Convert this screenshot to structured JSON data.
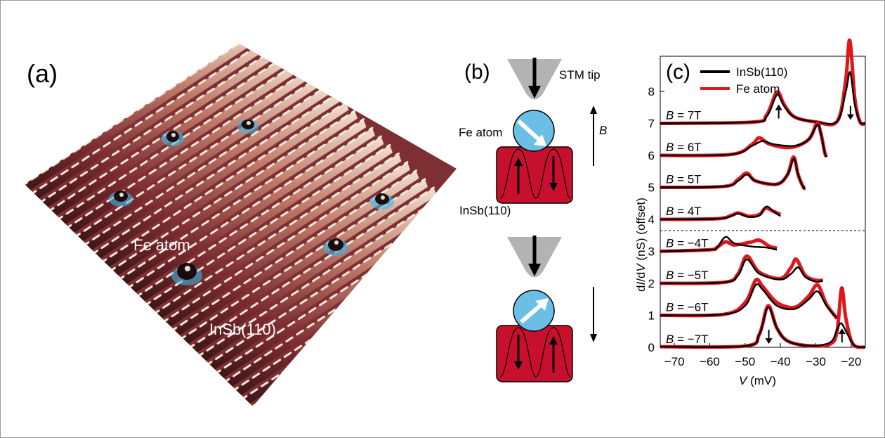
{
  "colors": {
    "surface_dark": "#3a1a1a",
    "surface_mid": "#8e3b3b",
    "surface_light": "#e9d3c0",
    "highlight": "#3ab8e8",
    "red_block": "#c8102e",
    "sphere": "#6bbfe6",
    "tip": "#b3b3b3",
    "curve_black": "#000000",
    "curve_red": "#e0161e"
  },
  "panel_a": {
    "label": "(a)",
    "fe_label": "Fe atom",
    "substrate_label": "InSb(110)"
  },
  "panel_b": {
    "label": "(b)",
    "tip_label": "STM tip",
    "fe_label": "Fe atom",
    "field_symbol": "B",
    "substrate_label": "InSb(110)"
  },
  "panel_c": {
    "label": "(c)",
    "legend": [
      "InSb(110)",
      "Fe atom"
    ],
    "ylabel_prefix": "d",
    "ylabel_i": "I",
    "ylabel_mid": "/d",
    "ylabel_v": "V",
    "ylabel_suffix": " (nS) (offset)",
    "xlabel_v": "V",
    "xlabel_unit": " (mV)",
    "field_prefix": "B",
    "field_labels": [
      " = 7T",
      " = 6T",
      " = 5T",
      " = 4T",
      " = −4T",
      " = −5T",
      " = −6T",
      " = −7T"
    ]
  },
  "chart_data": {
    "type": "line",
    "xlabel": "V (mV)",
    "ylabel": "dI/dV (nS) (offset)",
    "xlim": [
      -74,
      -16
    ],
    "ylim": [
      0,
      9.1
    ],
    "xticks": [
      -70,
      -60,
      -50,
      -40,
      -30,
      -20
    ],
    "yticks": [
      0,
      1,
      2,
      3,
      4,
      5,
      6,
      7,
      8
    ],
    "series_names": [
      "InSb(110)",
      "Fe atom"
    ],
    "traces": [
      {
        "field": "B = 7T",
        "offset": 7,
        "xmax": -16,
        "black": [
          [
            -74,
            0
          ],
          [
            -48,
            0.04
          ],
          [
            -44,
            0.2
          ],
          [
            -41.5,
            0.8
          ],
          [
            -40.6,
            0.9
          ],
          [
            -39,
            0.55
          ],
          [
            -36,
            0.2
          ],
          [
            -30,
            0.05
          ],
          [
            -24,
            0.06
          ],
          [
            -21.5,
            1.0
          ],
          [
            -20.3,
            1.6
          ],
          [
            -19,
            0.6
          ],
          [
            -17.5,
            0.05
          ],
          [
            -16,
            0
          ]
        ],
        "red": [
          [
            -74,
            0
          ],
          [
            -48,
            0.04
          ],
          [
            -44,
            0.25
          ],
          [
            -41.5,
            0.9
          ],
          [
            -40.4,
            0.95
          ],
          [
            -39,
            0.6
          ],
          [
            -36,
            0.2
          ],
          [
            -30,
            0.05
          ],
          [
            -24,
            0.06
          ],
          [
            -21.6,
            1.3
          ],
          [
            -20.4,
            2.6
          ],
          [
            -19,
            0.8
          ],
          [
            -17.5,
            0.05
          ],
          [
            -16,
            0
          ]
        ]
      },
      {
        "field": "B = 6T",
        "offset": 6,
        "xmax": -27,
        "black": [
          [
            -74,
            0
          ],
          [
            -54,
            0.03
          ],
          [
            -48,
            0.3
          ],
          [
            -45,
            0.45
          ],
          [
            -42,
            0.35
          ],
          [
            -36,
            0.3
          ],
          [
            -32,
            0.5
          ],
          [
            -29.6,
            0.95
          ],
          [
            -28.6,
            0.7
          ],
          [
            -27.5,
            0.1
          ],
          [
            -27,
            -0.05
          ]
        ],
        "red": [
          [
            -74,
            0
          ],
          [
            -54,
            0.03
          ],
          [
            -48,
            0.35
          ],
          [
            -46,
            0.55
          ],
          [
            -43,
            0.35
          ],
          [
            -37,
            0.25
          ],
          [
            -32,
            0.5
          ],
          [
            -29.7,
            1.0
          ],
          [
            -28.6,
            0.7
          ],
          [
            -27.5,
            0.1
          ],
          [
            -27,
            -0.05
          ]
        ]
      },
      {
        "field": "B = 5T",
        "offset": 5,
        "xmax": -33,
        "black": [
          [
            -74,
            0
          ],
          [
            -56,
            0.03
          ],
          [
            -52,
            0.2
          ],
          [
            -49.5,
            0.4
          ],
          [
            -47,
            0.2
          ],
          [
            -41,
            0.1
          ],
          [
            -38,
            0.4
          ],
          [
            -36.2,
            0.9
          ],
          [
            -35,
            0.4
          ],
          [
            -33.5,
            0.0
          ],
          [
            -33,
            0
          ]
        ],
        "red": [
          [
            -74,
            0
          ],
          [
            -56,
            0.03
          ],
          [
            -52,
            0.25
          ],
          [
            -49.5,
            0.45
          ],
          [
            -47,
            0.2
          ],
          [
            -41,
            0.1
          ],
          [
            -38,
            0.4
          ],
          [
            -36.3,
            0.95
          ],
          [
            -35,
            0.4
          ],
          [
            -33.5,
            0.0
          ],
          [
            -33,
            0
          ]
        ]
      },
      {
        "field": "B = 4T",
        "offset": 4,
        "xmax": -40,
        "black": [
          [
            -74,
            0
          ],
          [
            -58,
            0.02
          ],
          [
            -54,
            0.1
          ],
          [
            -52,
            0.18
          ],
          [
            -49,
            0.08
          ],
          [
            -46,
            0.12
          ],
          [
            -44,
            0.4
          ],
          [
            -42,
            0.25
          ],
          [
            -40,
            0.1
          ]
        ],
        "red": [
          [
            -74,
            0
          ],
          [
            -58,
            0.02
          ],
          [
            -54,
            0.12
          ],
          [
            -52,
            0.2
          ],
          [
            -49,
            0.1
          ],
          [
            -46,
            0.15
          ],
          [
            -44.2,
            0.35
          ],
          [
            -42,
            0.25
          ],
          [
            -40,
            0.15
          ]
        ]
      },
      {
        "field": "B = −4T",
        "offset": 3,
        "xmax": -41,
        "black": [
          [
            -74,
            0
          ],
          [
            -60,
            0.05
          ],
          [
            -58,
            0.12
          ],
          [
            -55.5,
            0.45
          ],
          [
            -53,
            0.25
          ],
          [
            -48,
            0.15
          ],
          [
            -44,
            0.12
          ],
          [
            -41,
            0.05
          ]
        ],
        "red": [
          [
            -74,
            0
          ],
          [
            -60,
            0.05
          ],
          [
            -58,
            0.12
          ],
          [
            -55.5,
            0.3
          ],
          [
            -53,
            0.2
          ],
          [
            -48,
            0.3
          ],
          [
            -46,
            0.35
          ],
          [
            -43,
            0.15
          ],
          [
            -41,
            0.1
          ]
        ]
      },
      {
        "field": "B = −5T",
        "offset": 2,
        "xmax": -28,
        "black": [
          [
            -74,
            0
          ],
          [
            -56,
            0.03
          ],
          [
            -52,
            0.25
          ],
          [
            -49.5,
            0.75
          ],
          [
            -46,
            0.3
          ],
          [
            -40,
            0.12
          ],
          [
            -37,
            0.3
          ],
          [
            -35,
            0.5
          ],
          [
            -33,
            0.2
          ],
          [
            -30,
            0.05
          ],
          [
            -28,
            0.08
          ]
        ],
        "red": [
          [
            -74,
            0
          ],
          [
            -56,
            0.03
          ],
          [
            -52,
            0.3
          ],
          [
            -49.5,
            0.85
          ],
          [
            -46,
            0.35
          ],
          [
            -40,
            0.15
          ],
          [
            -37,
            0.5
          ],
          [
            -35.5,
            0.75
          ],
          [
            -33,
            0.25
          ],
          [
            -30,
            0.1
          ],
          [
            -28,
            0.1
          ]
        ]
      },
      {
        "field": "B = −6T",
        "offset": 1,
        "xmax": -24,
        "black": [
          [
            -74,
            0
          ],
          [
            -56,
            0.03
          ],
          [
            -50,
            0.3
          ],
          [
            -47,
            0.95
          ],
          [
            -45,
            0.8
          ],
          [
            -41,
            0.3
          ],
          [
            -36,
            0.2
          ],
          [
            -32,
            0.5
          ],
          [
            -29.5,
            0.75
          ],
          [
            -27,
            0.3
          ],
          [
            -24,
            -0.1
          ]
        ],
        "red": [
          [
            -74,
            0
          ],
          [
            -56,
            0.03
          ],
          [
            -50,
            0.4
          ],
          [
            -47,
            1.1
          ],
          [
            -45,
            0.9
          ],
          [
            -41,
            0.4
          ],
          [
            -36,
            0.25
          ],
          [
            -32,
            0.6
          ],
          [
            -29.5,
            0.95
          ],
          [
            -27,
            0.35
          ],
          [
            -24,
            -0.1
          ]
        ]
      },
      {
        "field": "B = −7T",
        "offset": 0,
        "xmax": -16,
        "black": [
          [
            -74,
            0.02
          ],
          [
            -50,
            0.04
          ],
          [
            -46,
            0.4
          ],
          [
            -43.5,
            1.25
          ],
          [
            -41,
            0.6
          ],
          [
            -38,
            0.2
          ],
          [
            -32,
            0.05
          ],
          [
            -26,
            0.15
          ],
          [
            -24,
            0.55
          ],
          [
            -22.8,
            0.75
          ],
          [
            -21,
            0.4
          ],
          [
            -19,
            0.05
          ],
          [
            -16,
            0
          ]
        ],
        "red": [
          [
            -74,
            0.02
          ],
          [
            -50,
            0.04
          ],
          [
            -46,
            0.4
          ],
          [
            -43.5,
            1.3
          ],
          [
            -41,
            0.6
          ],
          [
            -38,
            0.2
          ],
          [
            -32,
            0.05
          ],
          [
            -26,
            0.1
          ],
          [
            -24,
            0.5
          ],
          [
            -22.7,
            1.85
          ],
          [
            -21.5,
            0.9
          ],
          [
            -19.5,
            0.1
          ],
          [
            -16,
            0
          ]
        ]
      }
    ],
    "dashed_separator_y": 3.65,
    "arrows": [
      {
        "x": -40.5,
        "y": 7.35,
        "dir": "up"
      },
      {
        "x": -20.2,
        "y": 7.35,
        "dir": "down"
      },
      {
        "x": -43.3,
        "y": 0.35,
        "dir": "down"
      },
      {
        "x": -22.6,
        "y": 0.35,
        "dir": "up"
      }
    ]
  }
}
